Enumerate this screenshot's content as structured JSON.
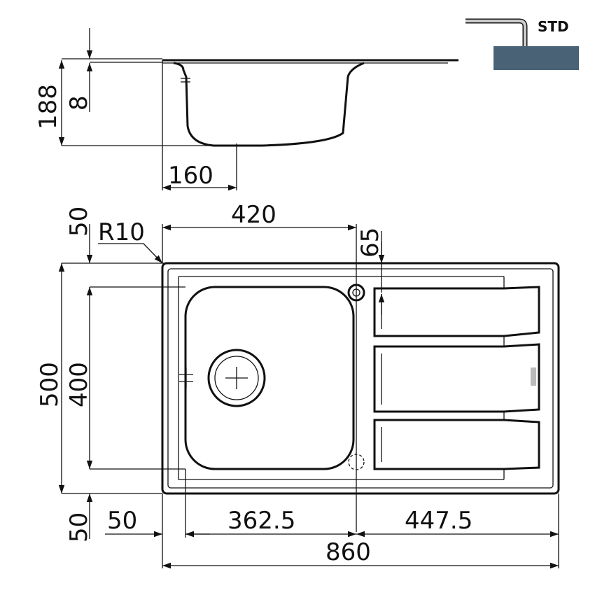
{
  "legend": {
    "label": "STD",
    "countertop_color": "#4a6275",
    "tap_color": "#cccccc"
  },
  "section_view": {
    "total_height": "188",
    "rim_thickness": "8",
    "drain_offset": "160"
  },
  "plan_view": {
    "corner_radius": "R10",
    "drain_to_overflow": "420",
    "overflow_offset": "65",
    "top_margin": "50",
    "total_depth": "500",
    "bowl_depth": "400",
    "bottom_margin": "50",
    "left_margin": "50",
    "bowl_width": "362.5",
    "drainer_width": "447.5",
    "total_width": "860"
  }
}
